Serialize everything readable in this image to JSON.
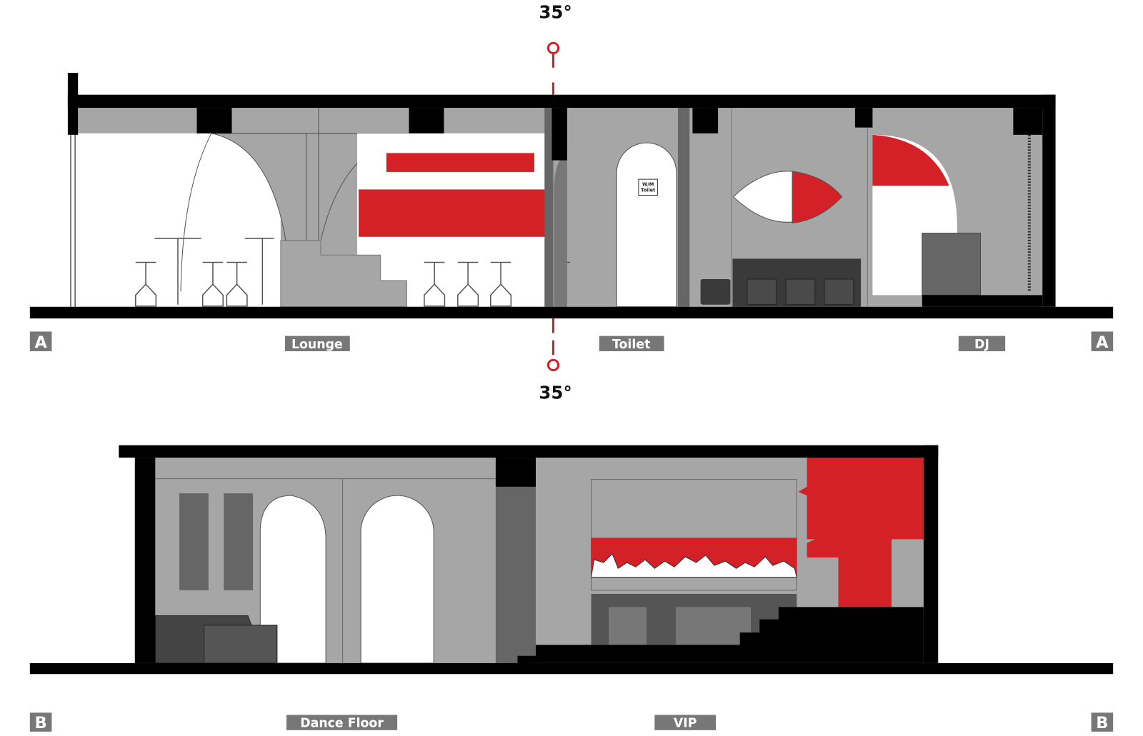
{
  "section_a": {
    "marker_left": "A",
    "marker_right": "A",
    "rooms": [
      "Lounge",
      "Toilet",
      "DJ"
    ],
    "toilet_sign": [
      "W/M",
      "Toilet"
    ]
  },
  "section_b": {
    "marker_left": "B",
    "marker_right": "B",
    "rooms": [
      "Dance Floor",
      "VIP"
    ]
  },
  "cut_line": {
    "angle_top": "35°",
    "angle_bottom": "35°"
  },
  "colors": {
    "accent_red": "#d42027",
    "wall_grey": "#a6a6a6",
    "dark_grey": "#666666",
    "label_grey": "#777777",
    "structure": "#000000"
  }
}
